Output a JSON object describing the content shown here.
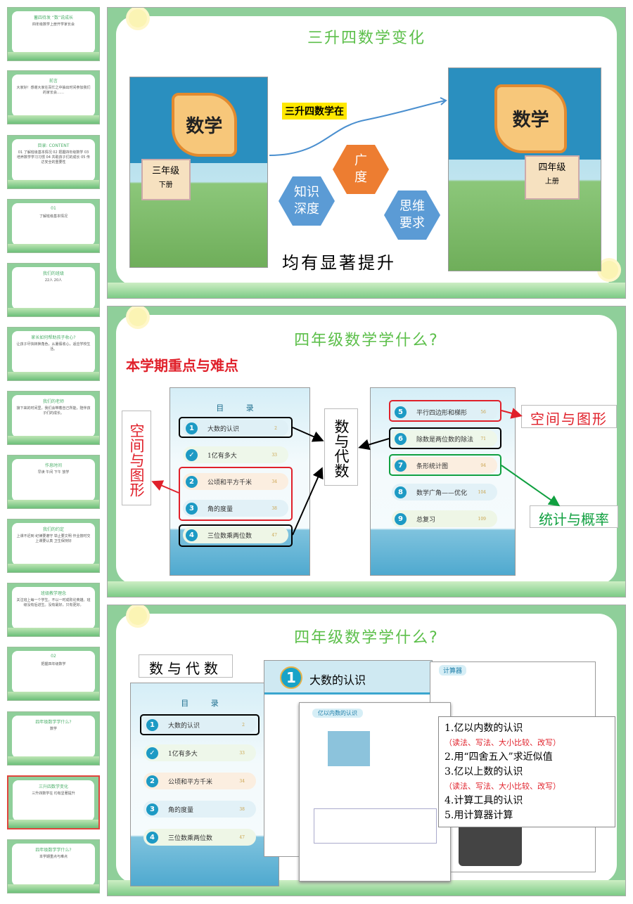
{
  "sidebar": {
    "thumbnails": [
      {
        "title": "蓄四待发 “数”说成长",
        "body": "四年级数学上册开学家长会"
      },
      {
        "title": "前言",
        "body": "大家好！感谢大家在百忙之中抽出时间参加我们的家长会……"
      },
      {
        "title": "目录: CONTENT",
        "body": "01 了解班级基本情况 02 把握四年级数学 03 培养数学学习习惯 04 共助孩子们的成长 05 传达安全的重要性"
      },
      {
        "title": "01",
        "body": "了解班级基本情况"
      },
      {
        "title": "我们的班级",
        "body": "22人 20人"
      },
      {
        "title": "家长如何帮助孩子收心?",
        "body": "让孩子尽快转换角色，从暑假收心，适应学校生活。"
      },
      {
        "title": "我们的老师",
        "body": "接下来的时间里，我们会带着自己所能，陪伴孩子们的成长。"
      },
      {
        "title": "作息时间",
        "body": "早读 午间 下午 放学"
      },
      {
        "title": "我们的约定",
        "body": "上课不迟到 纪律要遵守 举止要文明 作业按时交 上课要认真 卫生保持好"
      },
      {
        "title": "班级教学理念",
        "body": "关注班上每一个学生。不以一时成败论英雄。班级没有后进生。没有最好，只有更好。"
      },
      {
        "title": "02",
        "body": "把握四年级数学"
      },
      {
        "title": "四年级数学学什么?",
        "body": "数学"
      },
      {
        "title": "三升四数学变化",
        "body": "三升四数学在 均有显著提升"
      },
      {
        "title": "四年级数学学什么?",
        "body": "本学期重点与难点"
      }
    ],
    "selected_index": 12
  },
  "slide1": {
    "title": "三升四数学变化",
    "book_left": {
      "title": "数学",
      "grade": "三年级",
      "volume": "下册"
    },
    "book_right": {
      "title": "数学",
      "grade": "四年级",
      "volume": "上册"
    },
    "tag": "三升四数学在",
    "hex": [
      "知识\n深度",
      "广\n度",
      "思维\n要求"
    ],
    "conclusion": "均有显著提升"
  },
  "slide2": {
    "title": "四年级数学学什么?",
    "subtitle": "本学期重点与难点",
    "left_label": "空间与图形",
    "center_label": "数与代数",
    "right_label_space": "空间与图形",
    "right_label_stats": "统计与概率",
    "toc_heading": "目 录",
    "toc_left": [
      {
        "n": "1",
        "t": "大数的认识",
        "p": "2"
      },
      {
        "n": "✓",
        "t": "1亿有多大",
        "p": "33"
      },
      {
        "n": "2",
        "t": "公顷和平方千米",
        "p": "34"
      },
      {
        "n": "3",
        "t": "角的度量",
        "p": "38"
      },
      {
        "n": "4",
        "t": "三位数乘两位数",
        "p": "47"
      }
    ],
    "toc_right": [
      {
        "n": "5",
        "t": "平行四边形和梯形",
        "p": "56"
      },
      {
        "n": "6",
        "t": "除数是两位数的除法",
        "p": "71"
      },
      {
        "n": "7",
        "t": "条形统计图",
        "p": "94"
      },
      {
        "n": "8",
        "t": "数学广角——优化",
        "p": "104"
      },
      {
        "n": "9",
        "t": "总复习",
        "p": "109"
      }
    ]
  },
  "slide3": {
    "title": "四年级数学学什么?",
    "label": "数与代数",
    "unit_number": "1",
    "unit_title": "大数的认识",
    "section_title": "亿以内数的认识",
    "calc_title": "计算器",
    "points": [
      {
        "t": "1.亿以内数的认识",
        "red": false
      },
      {
        "t": "（读法、写法、大小比较、改写）",
        "red": true
      },
      {
        "t": "2.用“四舍五入”求近似值",
        "red": false
      },
      {
        "t": "3.亿以上数的认识",
        "red": false
      },
      {
        "t": "（读法、写法、大小比较、改写）",
        "red": true
      },
      {
        "t": "4.计算工具的认识",
        "red": false
      },
      {
        "t": "5.用计算器计算",
        "red": false
      }
    ]
  }
}
